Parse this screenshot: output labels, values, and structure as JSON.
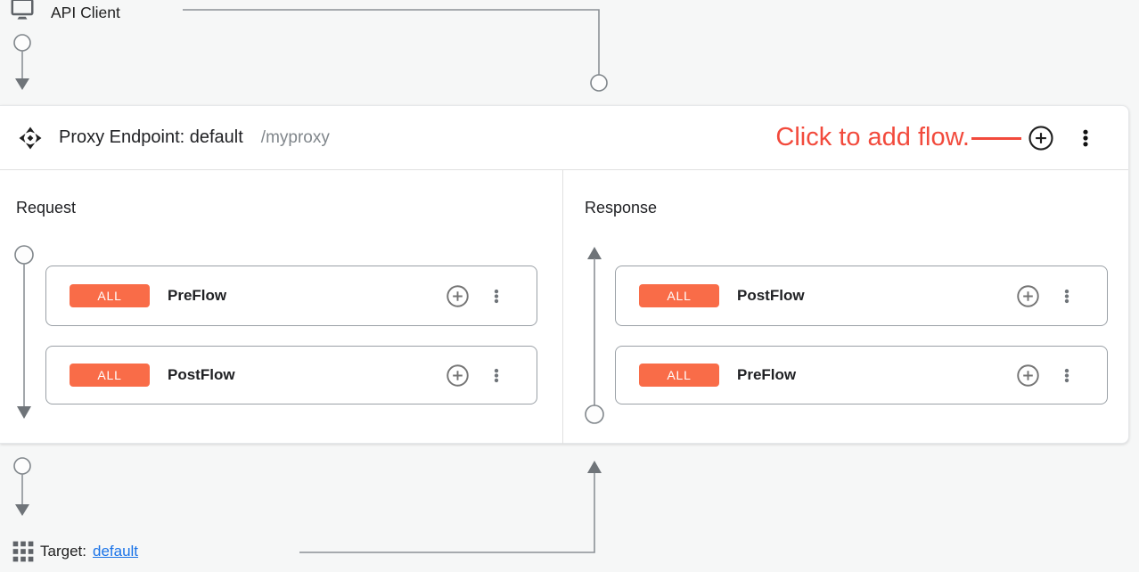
{
  "api_client": {
    "label": "API Client"
  },
  "proxy_endpoint": {
    "title": "Proxy Endpoint: default",
    "path": "/myproxy",
    "annotation": {
      "text": "Click to add flow."
    },
    "request": {
      "label": "Request",
      "flows": [
        {
          "condition": "ALL",
          "name": "PreFlow"
        },
        {
          "condition": "ALL",
          "name": "PostFlow"
        }
      ]
    },
    "response": {
      "label": "Response",
      "flows": [
        {
          "condition": "ALL",
          "name": "PostFlow"
        },
        {
          "condition": "ALL",
          "name": "PreFlow"
        }
      ]
    }
  },
  "target": {
    "label": "Target:",
    "link": "default"
  },
  "colors": {
    "condition_badge": "#F96C48",
    "annotation_red": "#F24A3C",
    "link_blue": "#1A73E8",
    "connector_gray": "#80868B"
  }
}
